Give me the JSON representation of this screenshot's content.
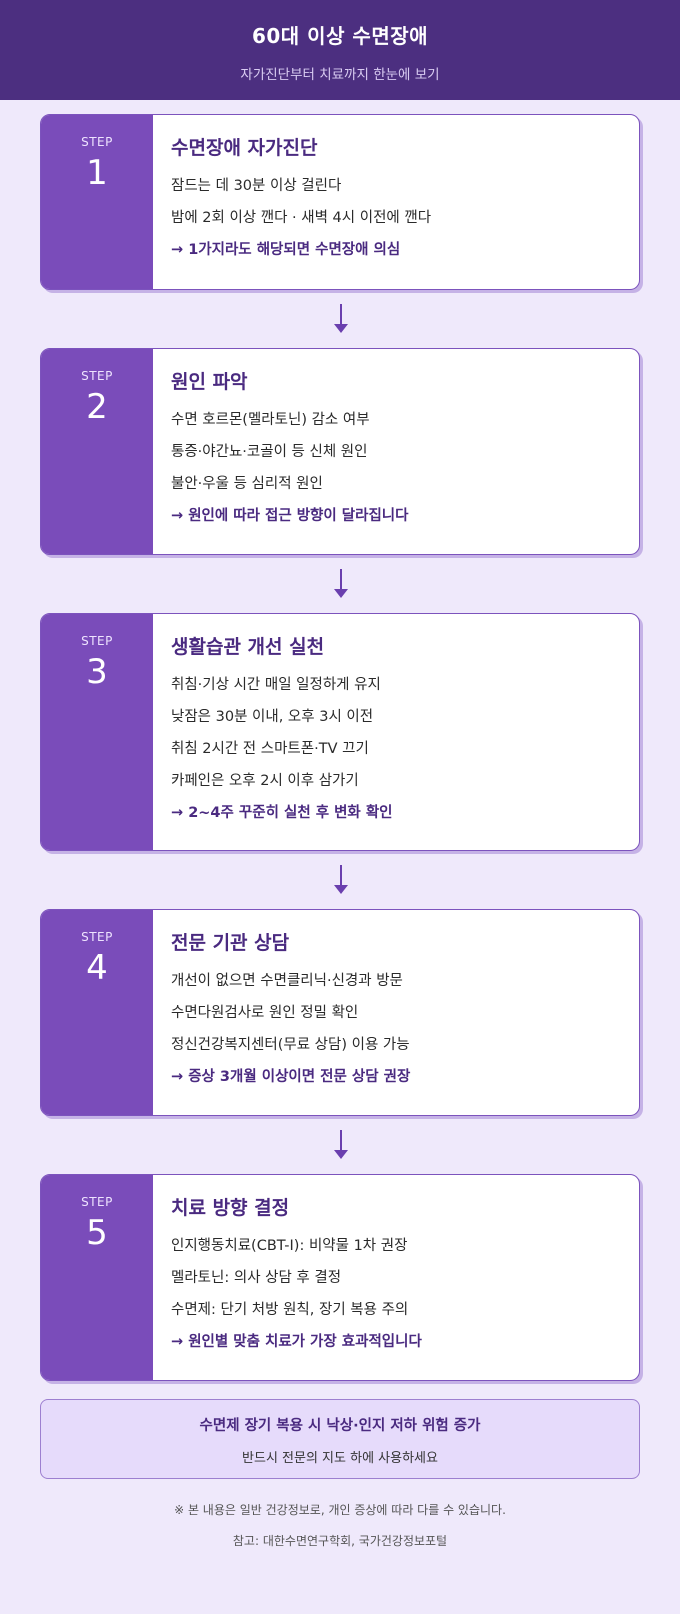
{
  "header": {
    "title": "60대 이상 수면장애",
    "subtitle": "자가진단부터 치료까지 한눈에 보기"
  },
  "steps": [
    {
      "label": "STEP",
      "number": "1",
      "title": "수면장애 자가진단",
      "lines": [
        "잠드는 데 30분 이상 걸린다",
        "밤에 2회 이상 깬다 · 새벽 4시 이전에 깬다"
      ],
      "conclusion": "→ 1가지라도 해당되면 수면장애 의심"
    },
    {
      "label": "STEP",
      "number": "2",
      "title": "원인 파악",
      "lines": [
        "수면 호르몬(멜라토닌) 감소 여부",
        "통증·야간뇨·코골이 등 신체 원인",
        "불안·우울 등 심리적 원인"
      ],
      "conclusion": "→ 원인에 따라 접근 방향이 달라집니다"
    },
    {
      "label": "STEP",
      "number": "3",
      "title": "생활습관 개선 실천",
      "lines": [
        "취침·기상 시간 매일 일정하게 유지",
        "낮잠은 30분 이내, 오후 3시 이전",
        "취침 2시간 전 스마트폰·TV 끄기",
        "카페인은 오후 2시 이후 삼가기"
      ],
      "conclusion": "→ 2~4주 꾸준히 실천 후 변화 확인"
    },
    {
      "label": "STEP",
      "number": "4",
      "title": "전문 기관 상담",
      "lines": [
        "개선이 없으면 수면클리닉·신경과 방문",
        "수면다원검사로 원인 정밀 확인",
        "정신건강복지센터(무료 상담) 이용 가능"
      ],
      "conclusion": "→ 증상 3개월 이상이면 전문 상담 권장"
    },
    {
      "label": "STEP",
      "number": "5",
      "title": "치료 방향 결정",
      "lines": [
        "인지행동치료(CBT-I): 비약물 1차 권장",
        "멜라토닌: 의사 상담 후 결정",
        "수면제: 단기 처방 원칙, 장기 복용 주의"
      ],
      "conclusion": "→ 원인별 맞춤 치료가 가장 효과적입니다"
    }
  ],
  "warning": {
    "line1": "수면제 장기 복용 시 낙상·인지 저하 위험 증가",
    "line2": "반드시 전문의 지도 하에 사용하세요"
  },
  "footer": {
    "note": "※ 본 내용은 일반 건강정보로, 개인 증상에 따라 다를 수 있습니다.",
    "reference": "참고: 대한수면연구학회, 국가건강정보포털"
  },
  "colors": {
    "header_bg": "#4c2f80",
    "step_side": "#7a4cba",
    "accent_text": "#4a2a80",
    "page_bg": "#efe9fb"
  }
}
